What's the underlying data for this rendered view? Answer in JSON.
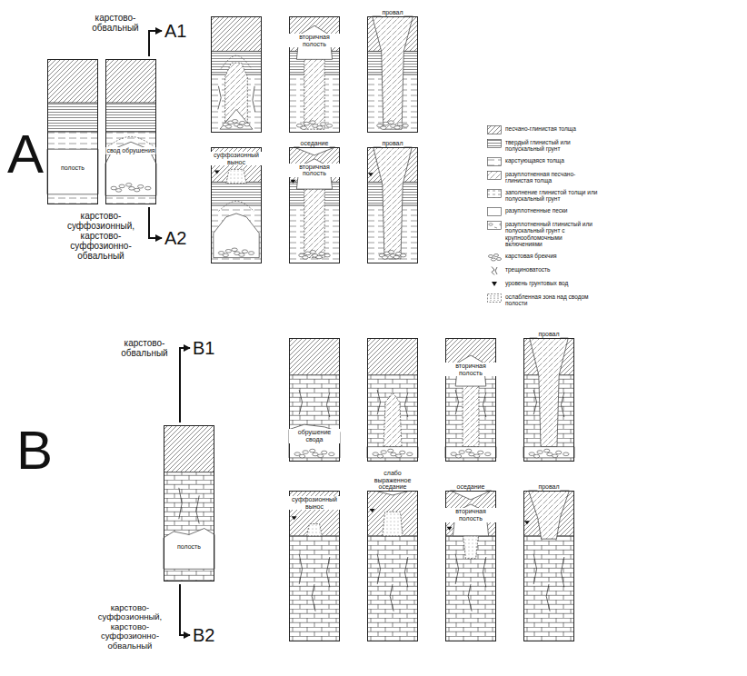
{
  "diagram": {
    "nodes": [
      {
        "text": [
          "полость"
        ]
      },
      {
        "text": [
          "свод обрушения"
        ]
      },
      {
        "text": [
          "вторичная полость"
        ]
      },
      {
        "text": [
          "провал"
        ]
      },
      {
        "text": [
          "суффозионный вынос"
        ]
      },
      {
        "text": [
          "оседание",
          "вторичная полость"
        ]
      },
      {
        "text": [
          "провал"
        ]
      },
      {
        "text": [
          "полость"
        ]
      },
      {
        "text": [
          "обрушение свода"
        ]
      },
      {
        "text": [
          "вторичная полость"
        ]
      },
      {
        "text": [
          "провал"
        ]
      },
      {
        "text": [
          "суффозионный вынос"
        ]
      },
      {
        "text": [
          "слабо выраженное оседание"
        ]
      },
      {
        "text": [
          "оседание",
          "вторичная полость"
        ]
      },
      {
        "text": [
          "провал"
        ]
      }
    ],
    "labels": [
      "A",
      "карстово-обвальный",
      "A1",
      "карстово-суффозионный, карстово-суффозионно-обвальный",
      "A2",
      "B",
      "карстово-обвальный",
      "B1",
      "карстово-суффозионный, карстово-суффозионно-обвальный",
      "B2"
    ],
    "legend": [
      {
        "text": "песчано-глинистая толща"
      },
      {
        "text": "твердый глинистый или полускальный грунт"
      },
      {
        "text": "карстующаяся толща"
      },
      {
        "text": "разуплотненная песчано-глинистая толща"
      },
      {
        "text": "заполнение глинистой толщи или полускальный грунт"
      },
      {
        "text": "разуплотненные пески"
      },
      {
        "text": "разуплотненный глинистый или полускальный грунт с крупнообломочными включениями"
      },
      {
        "text": "карстовая брекчия"
      },
      {
        "text": "трещиноватость"
      },
      {
        "text": "уровень грунтовых вод"
      },
      {
        "text": "ослабленная зона над сводом полости"
      }
    ]
  }
}
